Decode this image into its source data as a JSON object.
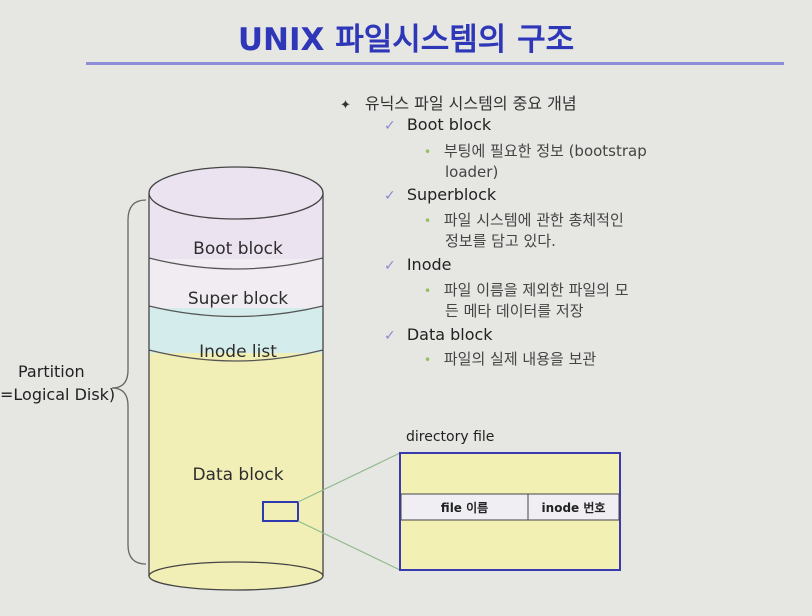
{
  "slide": {
    "title": "UNIX 파일시스템의  구조",
    "accent_color": "#2e37b8",
    "rule_color": "#8e8ed8"
  },
  "outline": {
    "heading": "유닉스 파일 시스템의 중요 개념",
    "items": [
      {
        "label": "Boot block",
        "details": [
          "부팅에 필요한 정보 (bootstrap",
          "loader)"
        ]
      },
      {
        "label": "Superblock",
        "details": [
          "파일 시스템에 관한 총체적인",
          "정보를 담고 있다."
        ]
      },
      {
        "label": "Inode",
        "details": [
          "파일 이름을 제외한 파일의 모",
          "든 메타 데이터를 저장"
        ]
      },
      {
        "label": "Data block",
        "details": [
          "파일의 실제 내용을 보관"
        ]
      }
    ]
  },
  "disk": {
    "partition_label_1": "Partition",
    "partition_label_2": "=Logical Disk)",
    "segments": {
      "boot": "Boot block",
      "super": "Super block",
      "inode": "Inode list",
      "data": "Data block"
    },
    "colors": {
      "boot": "#ece3f0",
      "super": "#f1ecf2",
      "inode": "#d4ecec",
      "data": "#f1efb6"
    }
  },
  "directory": {
    "caption": "directory file",
    "entry_name": "file 이름",
    "entry_inode": "inode 번호",
    "fill_color": "#f3f0b4",
    "border_color": "#3a3ab0"
  }
}
